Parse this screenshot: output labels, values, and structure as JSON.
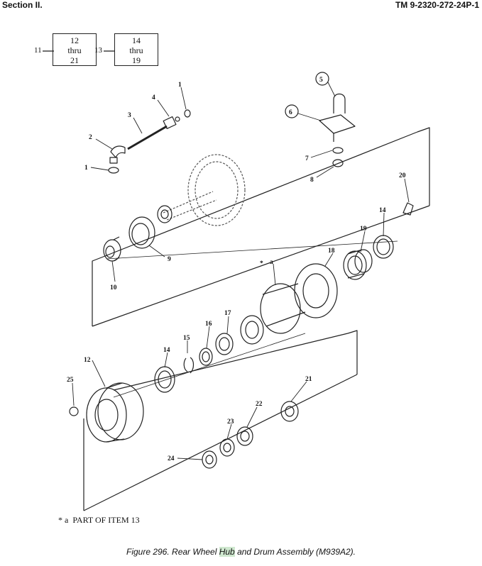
{
  "header": {
    "section": "Section II.",
    "manual": "TM 9-2320-272-24P-1"
  },
  "ref_boxes": [
    {
      "ref": "11",
      "lines": [
        "12",
        "thru",
        "21"
      ]
    },
    {
      "ref": "13",
      "lines": [
        "14",
        "thru",
        "19"
      ]
    }
  ],
  "callouts": [
    "1",
    "2",
    "3",
    "4",
    "1",
    "5",
    "6",
    "7",
    "8",
    "9",
    "10",
    "20",
    "14",
    "19",
    "18",
    "*",
    "a",
    "17",
    "16",
    "15",
    "14",
    "12",
    "25",
    "21",
    "22",
    "23",
    "24"
  ],
  "footnote": {
    "marker": "*",
    "symbol": "a",
    "text": "PART OF ITEM 13"
  },
  "caption": {
    "before": "Figure 296.  Rear Wheel ",
    "highlight": "Hub",
    "after": " and Drum Assembly (M939A2)."
  }
}
